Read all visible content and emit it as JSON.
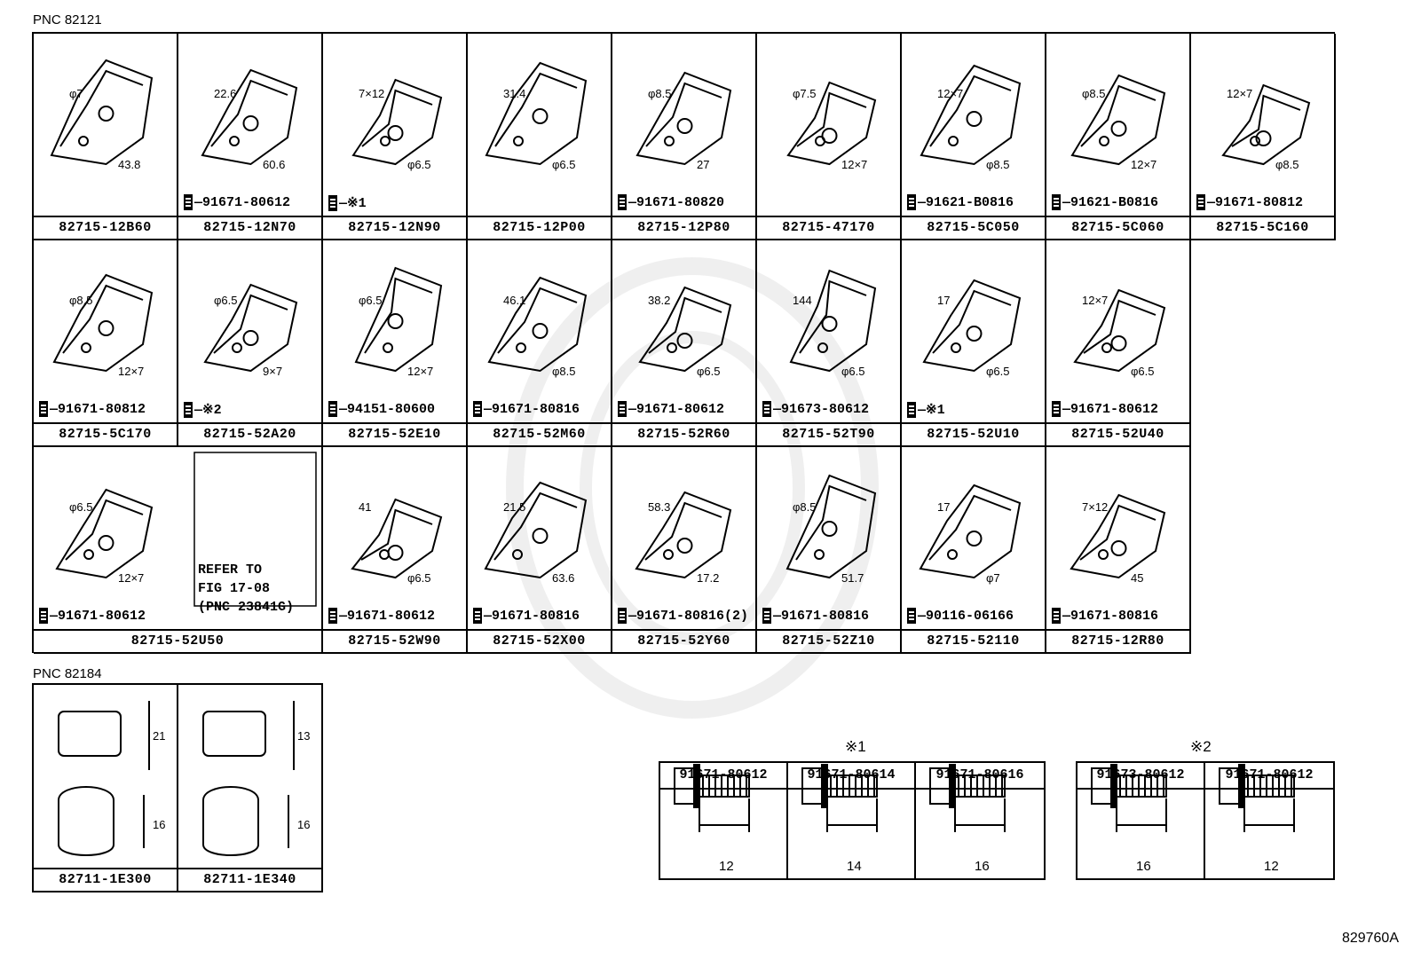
{
  "pnc_1": "PNC 82121",
  "pnc_2": "PNC 82184",
  "diagram_id": "829760A",
  "rows": [
    [
      {
        "part": "82715-12B60",
        "bolt": "",
        "dims": [
          "φ7",
          "43.8"
        ]
      },
      {
        "part": "82715-12N70",
        "bolt": "91671-80612",
        "dims": [
          "22.6",
          "60.6"
        ]
      },
      {
        "part": "82715-12N90",
        "bolt": "※1",
        "dims": [
          "7×12",
          "φ6.5"
        ]
      },
      {
        "part": "82715-12P00",
        "bolt": "",
        "dims": [
          "31.4",
          "φ6.5"
        ]
      },
      {
        "part": "82715-12P80",
        "bolt": "91671-80820",
        "dims": [
          "φ8.5",
          "27"
        ]
      },
      {
        "part": "82715-47170",
        "bolt": "",
        "dims": [
          "φ7.5",
          "12×7"
        ]
      },
      {
        "part": "82715-5C050",
        "bolt": "91621-B0816",
        "dims": [
          "12×7",
          "φ8.5"
        ]
      },
      {
        "part": "82715-5C060",
        "bolt": "91621-B0816",
        "dims": [
          "φ8.5",
          "12×7"
        ]
      },
      {
        "part": "82715-5C160",
        "bolt": "91671-80812",
        "dims": [
          "12×7",
          "φ8.5"
        ]
      }
    ],
    [
      {
        "part": "82715-5C170",
        "bolt": "91671-80812",
        "dims": [
          "φ8.5",
          "12×7"
        ]
      },
      {
        "part": "82715-52A20",
        "bolt": "※2",
        "dims": [
          "φ6.5",
          "9×7"
        ]
      },
      {
        "part": "82715-52E10",
        "bolt": "94151-80600",
        "dims": [
          "φ6.5",
          "12×7"
        ]
      },
      {
        "part": "82715-52M60",
        "bolt": "91671-80816",
        "dims": [
          "46.1",
          "φ8.5"
        ]
      },
      {
        "part": "82715-52R60",
        "bolt": "91671-80612",
        "dims": [
          "38.2",
          "φ6.5"
        ]
      },
      {
        "part": "82715-52T90",
        "bolt": "91673-80612",
        "dims": [
          "144",
          "φ6.5"
        ]
      },
      {
        "part": "82715-52U10",
        "bolt": "※1",
        "dims": [
          "17",
          "φ6.5"
        ]
      },
      {
        "part": "82715-52U40",
        "bolt": "91671-80612",
        "dims": [
          "12×7",
          "φ6.5"
        ]
      }
    ],
    [
      {
        "part": "82715-52U50",
        "bolt": "91671-80612",
        "dims": [
          "φ6.5",
          "12×7"
        ]
      },
      {
        "part": "82715-52W90",
        "bolt": "91671-80612",
        "dims": [
          "41",
          "φ6.5"
        ]
      },
      {
        "part": "82715-52X00",
        "bolt": "91671-80816",
        "dims": [
          "21.5",
          "63.6"
        ]
      },
      {
        "part": "82715-52Y60",
        "bolt": "91671-80816(2)",
        "dims": [
          "58.3",
          "17.2"
        ]
      },
      {
        "part": "82715-52Z10",
        "bolt": "91671-80816",
        "dims": [
          "φ8.5",
          "51.7"
        ]
      },
      {
        "part": "82715-52110",
        "bolt": "90116-06166",
        "dims": [
          "17",
          "φ7"
        ]
      },
      {
        "part": "82715-12R80",
        "bolt": "91671-80816",
        "dims": [
          "7×12",
          "45"
        ]
      }
    ]
  ],
  "refer": [
    "REFER TO",
    "FIG 17-08",
    "(PNC 23841G)"
  ],
  "clips": [
    {
      "part": "82711-1E300",
      "dims": [
        "21",
        "16"
      ]
    },
    {
      "part": "82711-1E340",
      "dims": [
        "13",
        "16"
      ]
    }
  ],
  "group1": {
    "mark": "※1",
    "bolts": [
      {
        "part": "91671-80612",
        "len": "12"
      },
      {
        "part": "91671-80614",
        "len": "14"
      },
      {
        "part": "91671-80616",
        "len": "16"
      }
    ]
  },
  "group2": {
    "mark": "※2",
    "bolts": [
      {
        "part": "91673-80612",
        "len": "16"
      },
      {
        "part": "91671-80612",
        "len": "12"
      }
    ]
  }
}
